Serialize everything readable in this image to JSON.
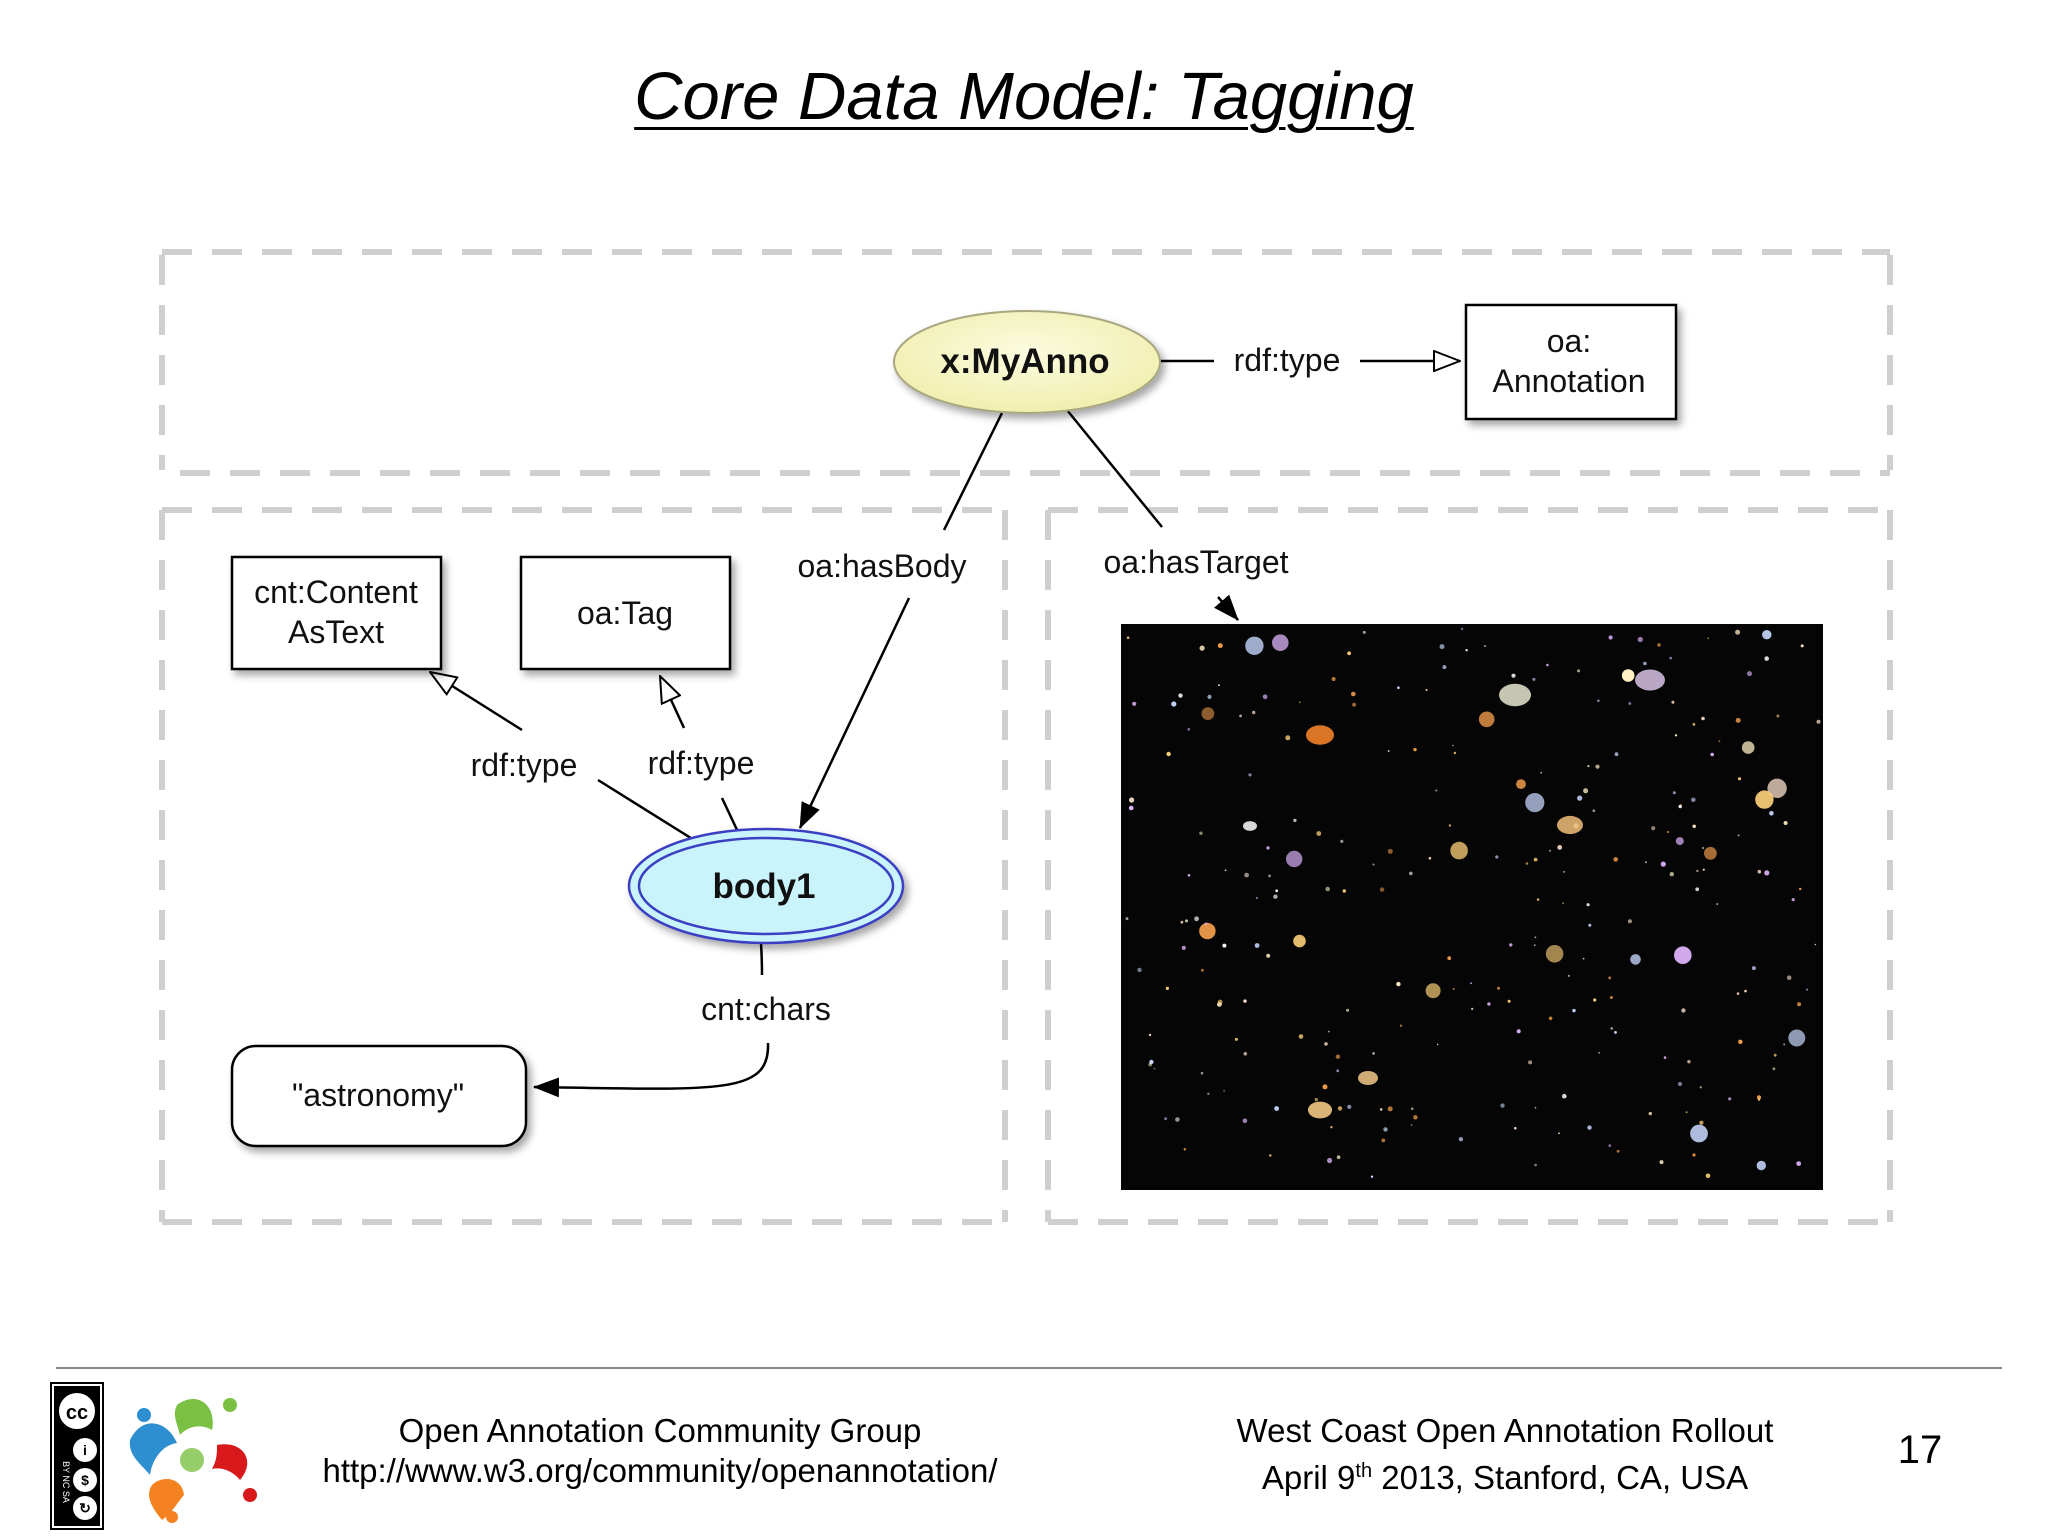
{
  "title": "Core Data Model: Tagging",
  "diagram": {
    "nodes": {
      "myanno": "x:MyAnno",
      "oa_annotation_line1": "oa:",
      "oa_annotation_line2": "Annotation",
      "content_as_text_line1": "cnt:Content",
      "content_as_text_line2": "AsText",
      "oa_tag": "oa:Tag",
      "body1": "body1",
      "literal": "\"astronomy\""
    },
    "edges": {
      "rdf_type_top": "rdf:type",
      "has_body": "oa:hasBody",
      "has_target": "oa:hasTarget",
      "rdf_type_left": "rdf:type",
      "rdf_type_right": "rdf:type",
      "cnt_chars": "cnt:chars"
    },
    "colors": {
      "myanno_fill": "#f7f6c2",
      "body1_fill": "#c9f4fb",
      "body1_stroke": "#3b3fc2",
      "dash": "#cfcfcf",
      "image_bg": "#050505"
    },
    "target_image": "hubble-deep-field-image"
  },
  "footer": {
    "org": "Open Annotation Community Group",
    "url": "http://www.w3.org/community/openannotation/",
    "event": "West Coast Open Annotation Rollout",
    "date_prefix": "April 9",
    "date_sup": "th",
    "date_rest": " 2013, Stanford, CA, USA",
    "page_number": "17",
    "license_icon": "cc-by-nc-sa-icon",
    "logo_icon": "open-annotation-logo-icon"
  }
}
